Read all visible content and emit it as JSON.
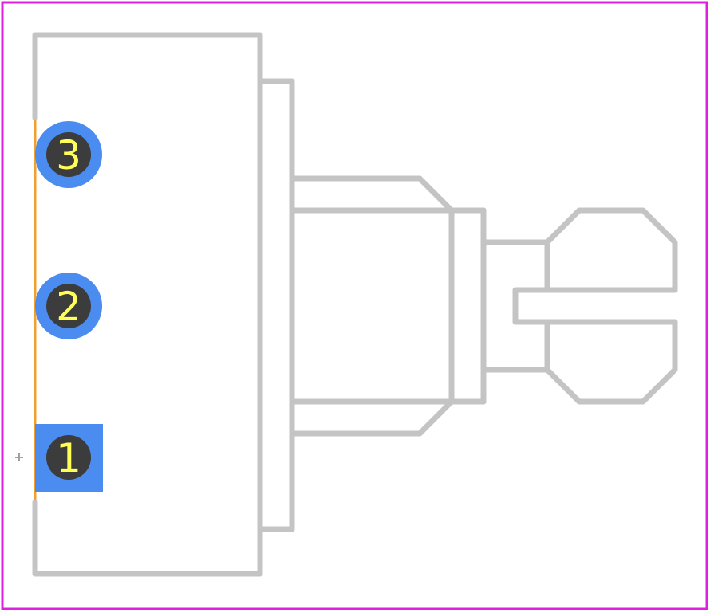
{
  "colors": {
    "background": "#ffffff",
    "board_outline": "#e020e0",
    "silkscreen": "#c4c4c4",
    "courtyard_line": "#f0a030",
    "pad": "#4a8cf0",
    "drill_hole": "#3c3c3c",
    "pin_label": "#ffff55",
    "origin_marker": "#a0a0a0"
  },
  "pins": [
    {
      "number": "1",
      "pad_shape": "square"
    },
    {
      "number": "2",
      "pad_shape": "round"
    },
    {
      "number": "3",
      "pad_shape": "round"
    }
  ]
}
